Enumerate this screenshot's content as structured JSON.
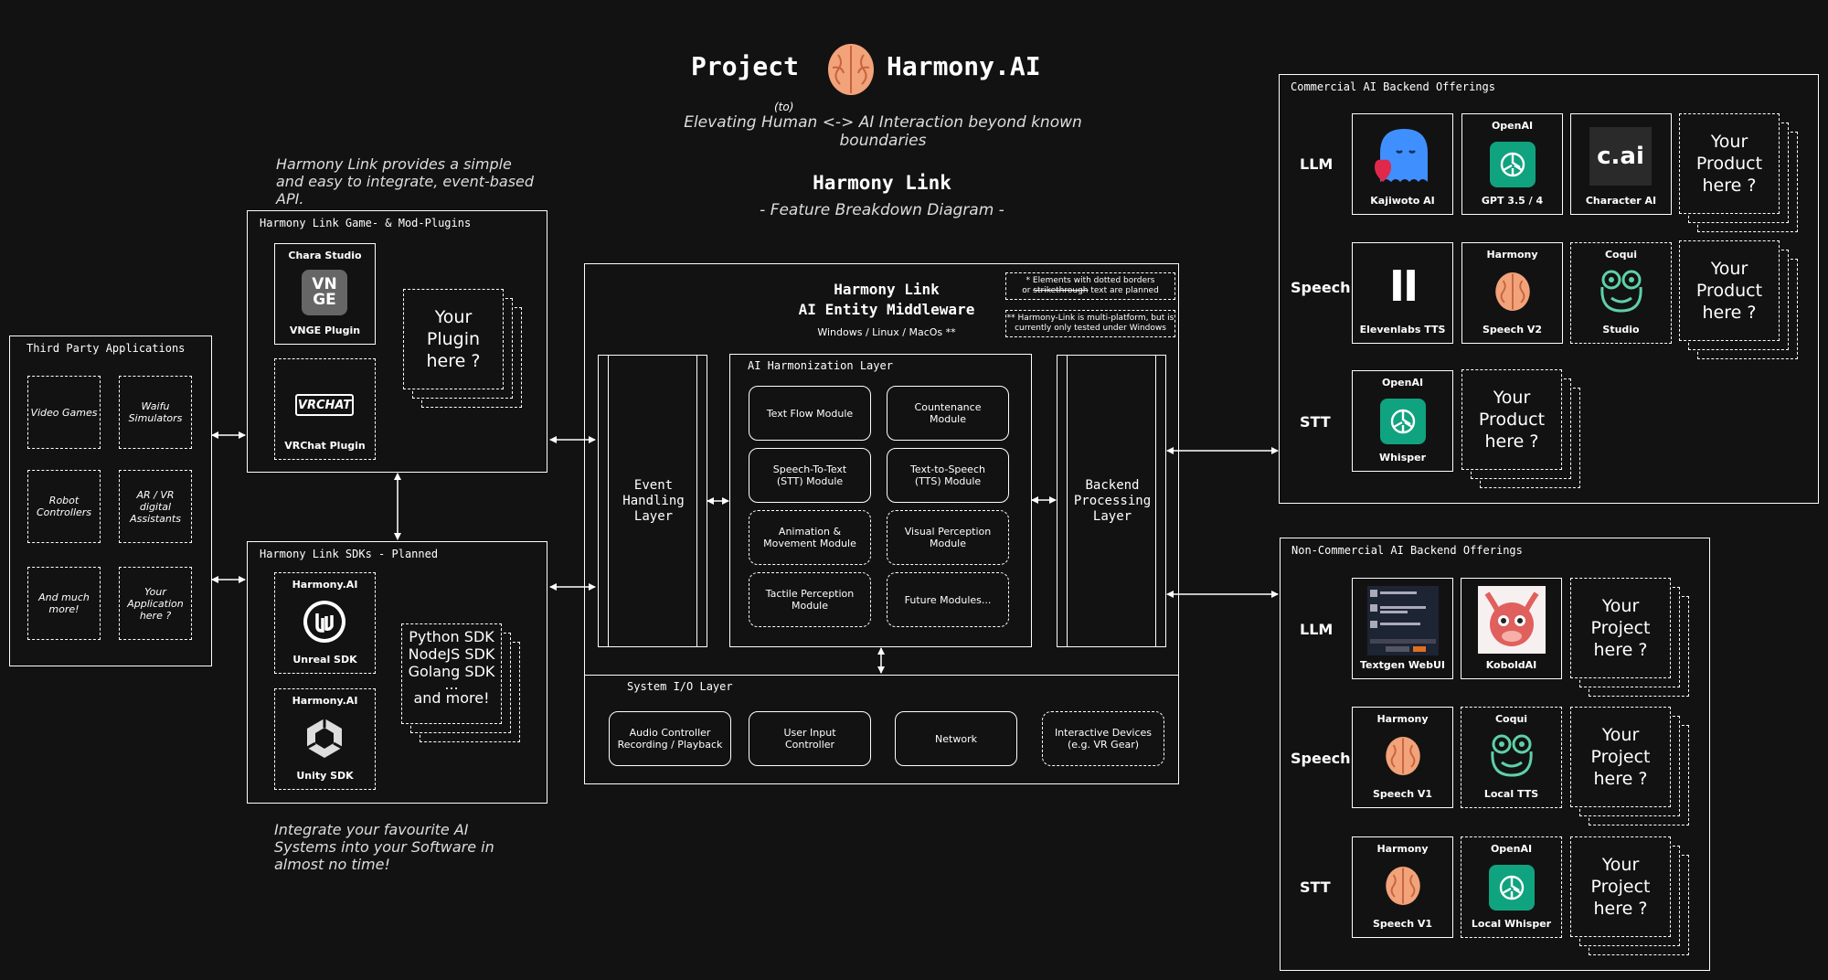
{
  "header": {
    "title_left": "Project",
    "title_right": "Harmony.AI",
    "to_note": "(to)",
    "tagline": "Elevating Human <-> AI Interaction beyond known boundaries",
    "diagram_title": "Harmony Link",
    "diagram_subtitle": "- Feature Breakdown Diagram -"
  },
  "notes": {
    "api_note": "Harmony Link provides a simple and easy to integrate, event-based API.",
    "integrate_note": "Integrate your favourite AI Systems into your Software in almost no time!"
  },
  "third_party": {
    "title": "Third Party Applications",
    "items": [
      "Video Games",
      "Waifu Simulators",
      "Robot Controllers",
      "AR / VR digital Assistants",
      "And much more!",
      "Your Application here ?"
    ]
  },
  "plugins": {
    "title": "Harmony Link Game- & Mod-Plugins",
    "chara_header": "Chara Studio",
    "vnge_logo": "VN GE",
    "vnge_label": "VNGE Plugin",
    "vrchat_logo": "VRCHAT",
    "vrchat_label": "VRChat Plugin",
    "your_plugin": "Your Plugin here ?"
  },
  "sdks": {
    "title": "Harmony Link SDKs - Planned",
    "unreal_header": "Harmony.AI",
    "unreal_label": "Unreal SDK",
    "unity_header": "Harmony.AI",
    "unity_label": "Unity SDK",
    "stack_lines": [
      "Python SDK",
      "NodeJS SDK",
      "Golang SDK",
      "...",
      "and more!"
    ]
  },
  "middleware": {
    "title_line1": "Harmony Link",
    "title_line2": "AI Entity Middleware",
    "platforms": "Windows / Linux / MacOs **",
    "note1_line1": "* Elements with dotted borders",
    "note1_line2a": "or",
    "note1_strike": "strikethrough",
    "note1_line2b": "text are planned",
    "note2_line1": "** Harmony-Link is multi-platform, but  is",
    "note2_line2": "currently only tested under Windows",
    "event_layer": "Event Handling Layer",
    "backend_layer": "Backend Processing Layer",
    "harmonization_title": "AI Harmonization Layer",
    "modules": [
      "Text Flow Module",
      "Countenance Module",
      "Speech-To-Text (STT) Module",
      "Text-to-Speech (TTS) Module",
      "Animation & Movement Module",
      "Visual Perception Module",
      "Tactile Perception Module",
      "Future Modules..."
    ],
    "sysio_title": "System I/O Layer",
    "sysio_items": [
      "Audio Controller Recording / Playback",
      "User Input Controller",
      "Network",
      "Interactive Devices (e.g. VR Gear)"
    ]
  },
  "commercial": {
    "title": "Commercial AI Backend Offerings",
    "rows": [
      "LLM",
      "Speech",
      "STT"
    ],
    "llm": [
      {
        "header": "",
        "label": "Kajiwoto AI"
      },
      {
        "header": "OpenAI",
        "label": "GPT 3.5 / 4"
      },
      {
        "header": "",
        "label": "Character AI",
        "logo": "c.ai"
      }
    ],
    "speech": [
      {
        "header": "",
        "label": "Elevenlabs TTS",
        "logo": "II"
      },
      {
        "header": "Harmony",
        "label": "Speech V2"
      },
      {
        "header": "Coqui",
        "label": "Studio"
      }
    ],
    "stt": [
      {
        "header": "OpenAI",
        "label": "Whisper"
      }
    ],
    "your_product": "Your Product here ?"
  },
  "noncommercial": {
    "title": "Non-Commercial AI Backend Offerings",
    "rows": [
      "LLM",
      "Speech",
      "STT"
    ],
    "llm": [
      {
        "header": "",
        "label": "Textgen WebUI"
      },
      {
        "header": "",
        "label": "KoboldAI"
      }
    ],
    "speech": [
      {
        "header": "Harmony",
        "label": "Speech V1"
      },
      {
        "header": "Coqui",
        "label": "Local TTS"
      }
    ],
    "stt": [
      {
        "header": "Harmony",
        "label": "Speech V1"
      },
      {
        "header": "OpenAI",
        "label": "Local Whisper"
      }
    ],
    "your_project": "Your Project here ?"
  },
  "icons": [
    "brain-icon",
    "kajiwoto-ghost-icon",
    "openai-icon",
    "cai-logo-icon",
    "elevenlabs-icon",
    "coqui-frog-icon",
    "vnge-logo-icon",
    "vrchat-logo-icon",
    "unreal-icon",
    "unity-icon",
    "textgen-screenshot-icon",
    "kobold-dragon-icon"
  ],
  "colors": {
    "background": "#121212",
    "stroke": "#ffffff",
    "brain": "#f2a37a",
    "openai": "#10a37f",
    "kajiwoto": "#3f8fff",
    "coqui": "#5fd0a8",
    "kobold": "#e0605e"
  }
}
